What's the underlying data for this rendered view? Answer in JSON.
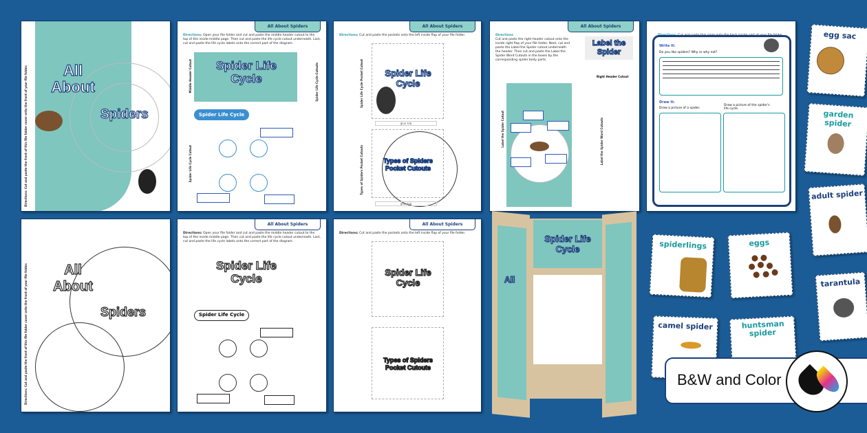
{
  "colors": {
    "background": "#1b5c97",
    "teal": "#7fc6bf",
    "navy": "#1b3f7a"
  },
  "header_tab": "All About Spiders",
  "cover": {
    "title_line1": "All",
    "title_line2": "About",
    "title_line3": "Spiders",
    "directions": "Directions: Cut and paste the front of this file folder cover onto the front of your file folder."
  },
  "life_cycle_page": {
    "directions_label": "Directions:",
    "directions": "Open your file folder and cut and paste the middle header cutout to the top of the inside middle page. Then cut and paste the life cycle cutout underneath. Last, cut and paste the life cycle labels onto the correct part of the diagram.",
    "header_title": "Spider Life Cycle",
    "header_side": "Middle Header Cutout",
    "banner": "Spider Life Cycle",
    "cutout_side": "Spider Life Cycle Cutout",
    "labels_side": "Spider Life Cycle Cutouts"
  },
  "pockets_page": {
    "directions_label": "Directions:",
    "directions": "Cut and paste the pockets onto the left inside flap of your file folder.",
    "pocket1": "Spider Life Cycle",
    "pocket1_side": "Spider Life Cycle Pocket Cutout",
    "pocket2": "Types of Spiders Pocket Cutouts",
    "pocket2_side": "Types of Spiders Pocket Cutouts",
    "glue_tab": "glue tab"
  },
  "label_page": {
    "directions_label": "Directions",
    "directions": "Cut and paste the right header cutout onto the inside right flap of your file folder. Next, cut and paste the Label the Spider cutout underneath the header. Then cut and paste the Label the Spider Word Cutouts in the boxes by the corresponding spider body parts.",
    "header": "Label the Spider",
    "header_caption": "Right Header Cutout",
    "side1": "Label the Spider Cutout",
    "side2": "Label the Spider Word Cutouts"
  },
  "write_page": {
    "directions_label": "Directions:",
    "directions": "Cut and paste this page onto the back inside part of your file folder.",
    "write_it": "Write It:",
    "question": "Do you like spiders? Why or why not?",
    "draw_it": "Draw It:",
    "draw1": "Draw a picture of a spider.",
    "draw2": "Draw a picture of the spider's life cycle."
  },
  "cards": [
    "egg sac",
    "garden spider",
    "adult spider",
    "tarantula",
    "spiderlings",
    "eggs",
    "camel spider",
    "huntsman spider"
  ],
  "badge": {
    "label": "B&W and Color",
    "icon": "ink-drops-icon"
  }
}
